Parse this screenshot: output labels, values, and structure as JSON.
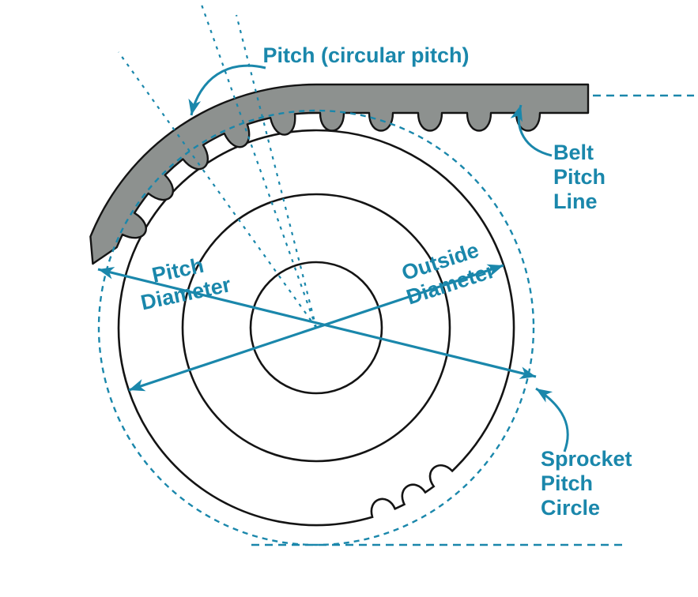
{
  "colors": {
    "accent_teal": "#1a87ab",
    "belt_gray": "#8d918f",
    "outline_black": "#141414",
    "background": "#ffffff"
  },
  "labels": {
    "pitch": "Pitch  (circular pitch)",
    "belt_pitch_line": [
      "Belt",
      "Pitch",
      "Line"
    ],
    "pitch_diameter": [
      "Pitch",
      "Diameter"
    ],
    "outside_diameter": [
      "Outside",
      "Diameter"
    ],
    "sprocket_pitch_circle": [
      "Sprocket",
      "Pitch",
      "Circle"
    ]
  }
}
